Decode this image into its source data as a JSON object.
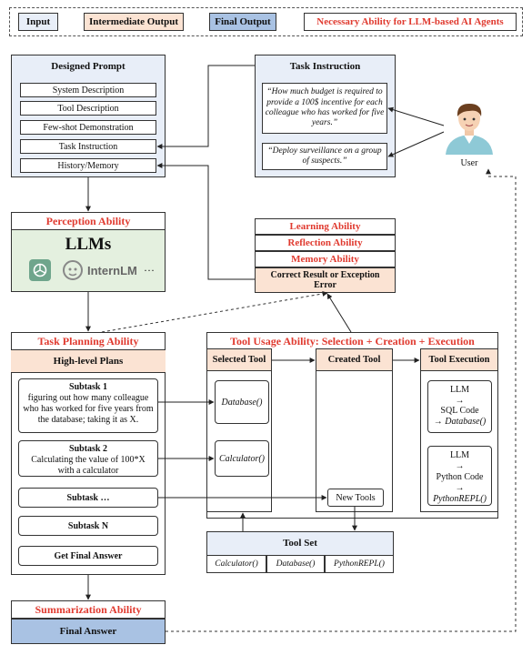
{
  "legend": {
    "input": "Input",
    "intermediate": "Intermediate Output",
    "final": "Final Output",
    "ability": "Necessary Ability for LLM-based AI Agents"
  },
  "designed_prompt": {
    "title": "Designed Prompt",
    "items": [
      "System Description",
      "Tool Description",
      "Few-shot Demonstration",
      "Task Instruction",
      "History/Memory"
    ]
  },
  "task_instruction": {
    "title": "Task Instruction",
    "quote1": "“How much budget is required to provide a 100$ incentive for each colleague who has worked for five years.”",
    "quote2": "“Deploy surveillance on a group of suspects.”"
  },
  "user": {
    "label": "User"
  },
  "perception": {
    "title": "Perception Ability",
    "llms": "LLMs",
    "internlm": "InternLM",
    "ellipsis": "···"
  },
  "abilities": {
    "learning": "Learning Ability",
    "reflection": "Reflection Ability",
    "memory": "Memory Ability",
    "result": "Correct Result or Exception Error"
  },
  "planning": {
    "title": "Task Planning Ability",
    "header": "High-level Plans",
    "subtask1_title": "Subtask 1",
    "subtask1_text": "figuring out how many colleague who has worked for five years from the database; taking it as X.",
    "subtask2_title": "Subtask 2",
    "subtask2_text": "Calculating the value of 100*X with a calculator",
    "subtask_more": "Subtask …",
    "subtaskN": "Subtask N",
    "final_answer_step": "Get Final Answer"
  },
  "tool_usage": {
    "title": "Tool Usage Ability: Selection + Creation + Execution",
    "selected": "Selected Tool",
    "created": "Created Tool",
    "execution": "Tool Execution",
    "db": "Database()",
    "calc": "Calculator()",
    "new_tools": "New Tools",
    "exec1": {
      "llm": "LLM",
      "arrow": "→",
      "code": "SQL Code",
      "target": "Database()"
    },
    "exec2": {
      "llm": "LLM",
      "arrow": "→",
      "code": "Python Code",
      "target": "PythonREPL()"
    }
  },
  "tool_set": {
    "title": "Tool Set",
    "items": [
      "Calculator()",
      "Database()",
      "PythonREPL()"
    ]
  },
  "summarization": {
    "title": "Summarization Ability",
    "final": "Final Answer"
  },
  "colors": {
    "input": "#e8eef8",
    "intermediate": "#fbe3d3",
    "final": "#a9c2e3",
    "ability": "#e03a2f",
    "llm_panel": "#e4f0df"
  }
}
